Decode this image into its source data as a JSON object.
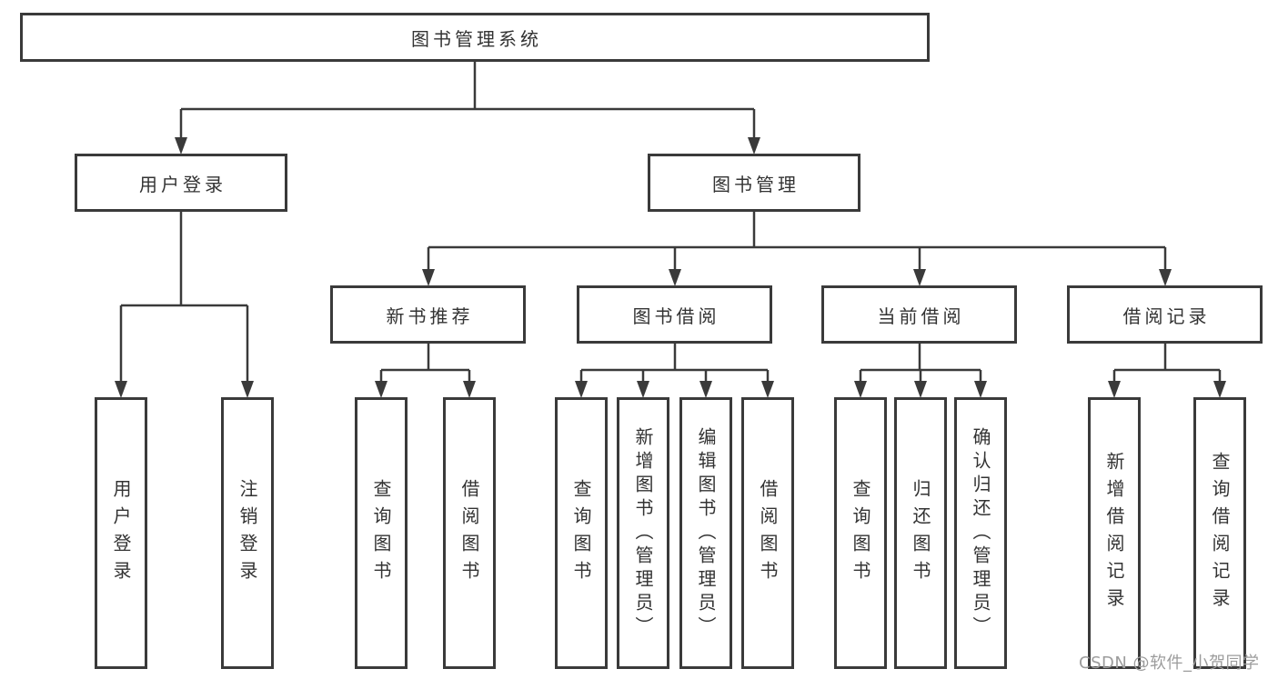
{
  "tree": {
    "root": "图书管理系统",
    "level2": [
      "用户登录",
      "图书管理"
    ],
    "level3": [
      "新书推荐",
      "图书借阅",
      "当前借阅",
      "借阅记录"
    ],
    "leaves": {
      "user_login": [
        "用户登录",
        "注销登录"
      ],
      "new_book_recommend": [
        "查询图书",
        "借阅图书"
      ],
      "book_borrow": [
        "查询图书",
        "新增图书（管理员）",
        "编辑图书（管理员）",
        "借阅图书"
      ],
      "current_borrow": [
        "查询图书",
        "归还图书",
        "确认归还（管理员）"
      ],
      "borrow_records": [
        "新增借阅记录",
        "查询借阅记录"
      ]
    }
  },
  "watermark": {
    "text": "CSDN @软件_小贺同学"
  },
  "colors": {
    "line": "#3a3a3a",
    "text": "#333333",
    "watermark": "#9c9c9c",
    "background": "#ffffff"
  }
}
